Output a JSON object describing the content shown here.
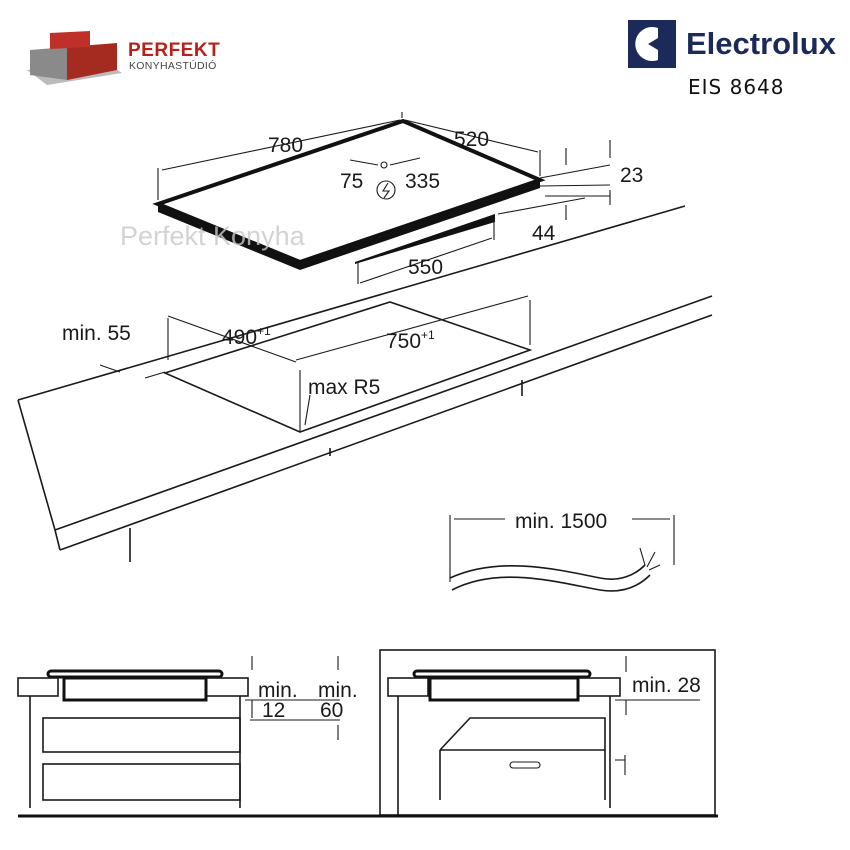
{
  "dealer_logo": {
    "name": "PERFEKT",
    "subtitle": "KONYHASTÚDIÓ"
  },
  "brand_logo": {
    "name": "Electrolux",
    "model": "EIS 8648"
  },
  "watermark": "Perfekt Konyha",
  "dimensions": {
    "hob_width": "780",
    "hob_depth": "520",
    "connection_offset_x": "75",
    "connection_offset_y": "335",
    "hob_thickness": "23",
    "box_height": "44",
    "box_width": "550",
    "front_min": "min. 55",
    "cutout_depth": "490",
    "cutout_depth_tol": "+1",
    "cutout_width": "750",
    "cutout_width_tol": "+1",
    "corner_radius": "max R5",
    "cable_length": "min. 1500",
    "side_min_label": "min.",
    "side_min_value": "12",
    "below_min_label": "min.",
    "below_min_value": "60",
    "oven_gap": "min. 28"
  },
  "colors": {
    "brand_red": "#b5221d",
    "brand_blue": "#1c2a5a"
  }
}
